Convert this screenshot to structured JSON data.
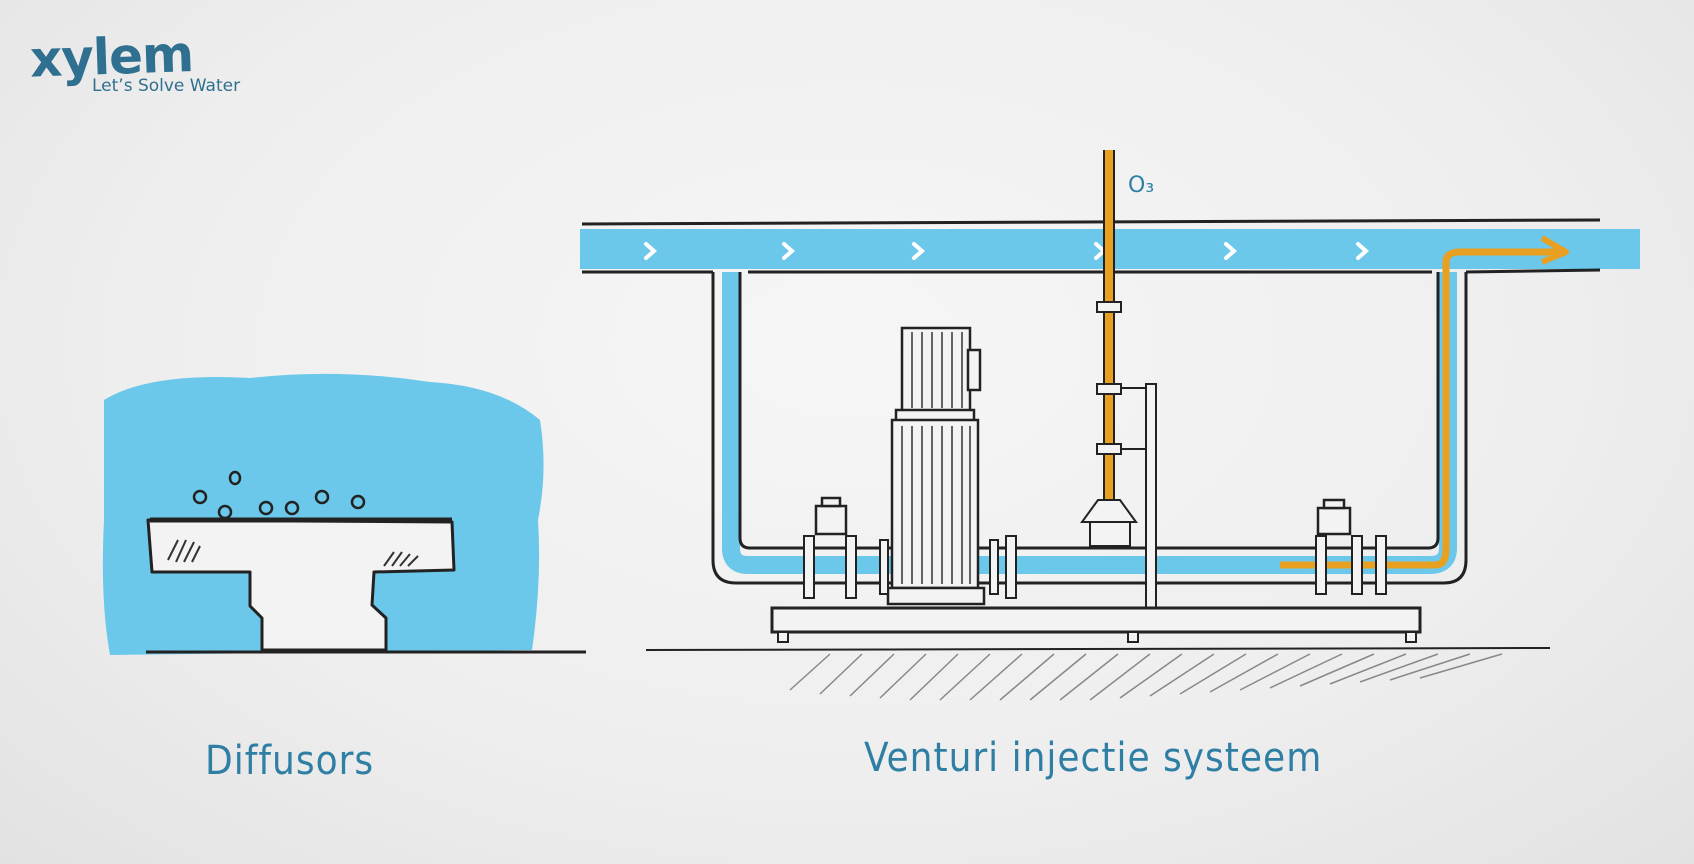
{
  "logo": {
    "word": "xylem",
    "tagline": "Let’s Solve Water"
  },
  "gas_label": "O₃",
  "captions": {
    "left": "Diffusors",
    "right": "Venturi injectie systeem"
  },
  "colors": {
    "water": "#6cc8ea",
    "ozone": "#e9a020",
    "ink": "#2a2a2a",
    "text": "#2f7fa5"
  }
}
